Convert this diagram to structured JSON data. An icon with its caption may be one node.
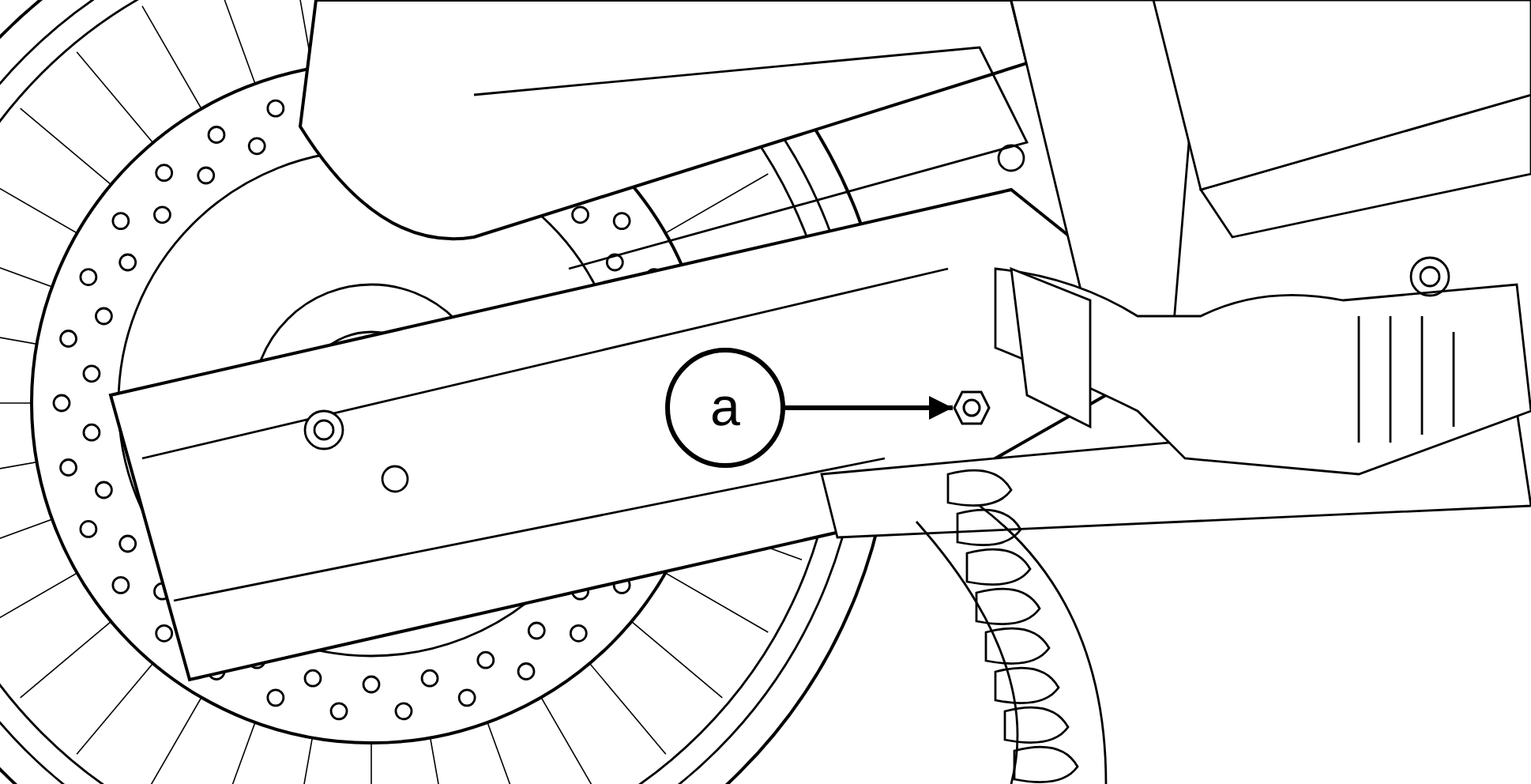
{
  "diagram": {
    "nodes": [
      {
        "text": [
          "a"
        ]
      },
      {
        "text": [],
        "shape": "picture"
      }
    ],
    "edges": [
      {
        "from": 0,
        "to": 1,
        "arrow": "to"
      }
    ]
  }
}
